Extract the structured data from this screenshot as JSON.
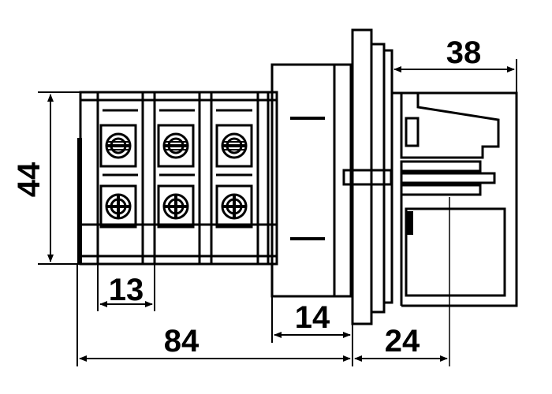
{
  "dimensions": {
    "height_left": "44",
    "terminal_pitch": "13",
    "total_length": "84",
    "body_length": "14",
    "panel_to_rear": "24",
    "knob_length": "38"
  },
  "terminal_rows": 2,
  "terminal_columns": 3,
  "colors": {
    "line": "#000000",
    "background": "#ffffff"
  }
}
